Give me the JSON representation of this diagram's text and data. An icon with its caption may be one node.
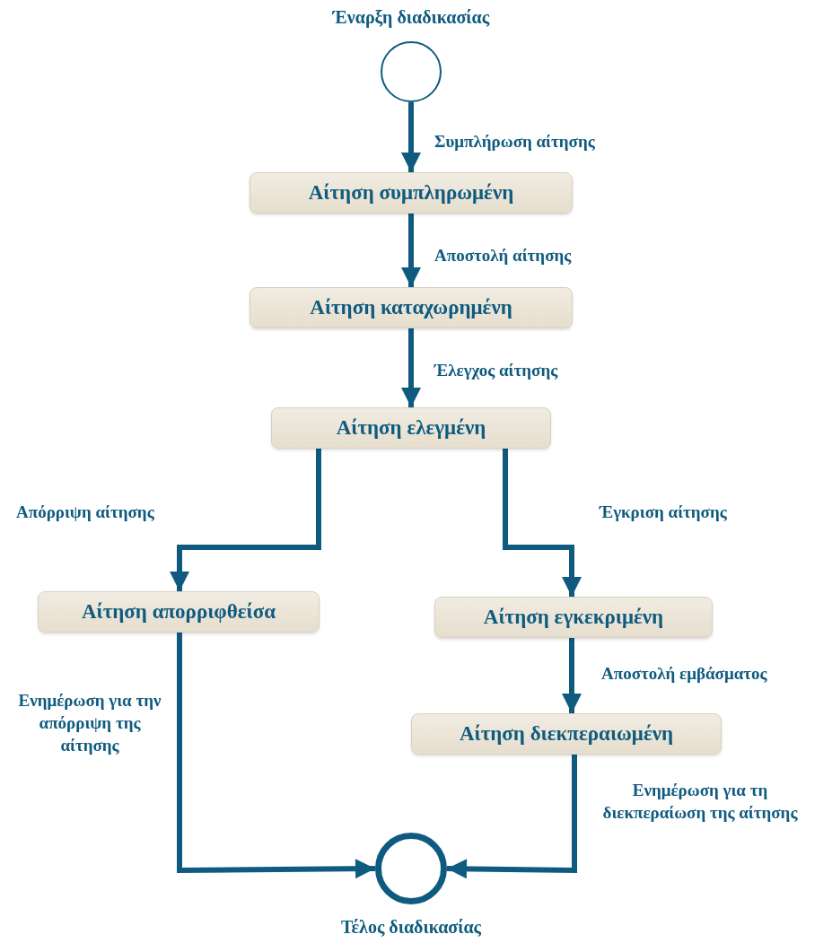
{
  "diagram": {
    "nodes": [
      {
        "text": [
          "Έναρξη διαδικασίας"
        ]
      },
      {
        "text": [
          "Αίτηση συμπληρωμένη"
        ]
      },
      {
        "text": [
          "Αίτηση καταχωρημένη"
        ]
      },
      {
        "text": [
          "Αίτηση ελεγμένη"
        ]
      },
      {
        "text": [
          "Αίτηση απορριφθείσα"
        ]
      },
      {
        "text": [
          "Αίτηση εγκεκριμένη"
        ]
      },
      {
        "text": [
          "Αίτηση διεκπεραιωμένη"
        ]
      },
      {
        "text": [
          "Τέλος διαδικασίας"
        ]
      }
    ],
    "edges": [
      {
        "from": 0,
        "to": 1,
        "arrow": "to",
        "label": "Συμπλήρωση αίτησης"
      },
      {
        "from": 1,
        "to": 2,
        "arrow": "to",
        "label": "Αποστολή αίτησης"
      },
      {
        "from": 2,
        "to": 3,
        "arrow": "to",
        "label": "Έλεγχος αίτησης"
      },
      {
        "from": 3,
        "to": 4,
        "arrow": "to",
        "label": "Απόρριψη αίτησης"
      },
      {
        "from": 3,
        "to": 5,
        "arrow": "to",
        "label": "Έγκριση αίτησης"
      },
      {
        "from": 5,
        "to": 6,
        "arrow": "to",
        "label": "Αποστολή εμβάσματος"
      },
      {
        "from": 4,
        "to": 7,
        "arrow": "to",
        "label": "Ενημέρωση για την απόρριψη της αίτησης"
      },
      {
        "from": 6,
        "to": 7,
        "arrow": "to",
        "label": "Ενημέρωση για τη διεκπεραίωση της αίτησης"
      }
    ]
  }
}
